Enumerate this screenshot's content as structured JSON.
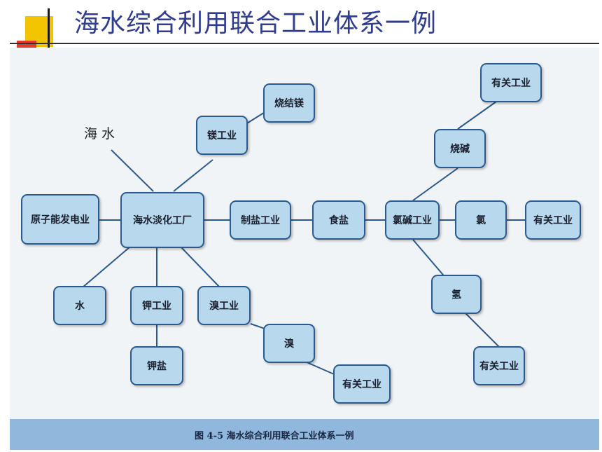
{
  "slide": {
    "title": "海水综合利用联合工业体系一例"
  },
  "figure": {
    "sea_label": "海水",
    "caption": "图 4-5   海水综合利用联合工业体系一例",
    "nodes": {
      "desal": "海水淡化工厂",
      "nuclear": "原子能发电业",
      "mg": "镁工业",
      "sinter_mg": "烧结镁",
      "salt_ind": "制盐工业",
      "salt": "食盐",
      "chlor": "氯碱工业",
      "caustic": "烧碱",
      "rel_top": "有关工业",
      "cl": "氯",
      "rel_cl": "有关工业",
      "h": "氢",
      "rel_h": "有关工业",
      "water": "水",
      "k_ind": "钾工业",
      "k_salt": "钾盐",
      "br_ind": "溴工业",
      "br": "溴",
      "rel_br": "有关工业"
    }
  },
  "colors": {
    "title": "#2f3c8f",
    "node_fill": "#b8d8ee",
    "node_border": "#2a5a90",
    "connector": "#2a5a90",
    "caption_bar": "#8fb8dc",
    "deco_yellow": "#f3c500",
    "deco_red": "#e33b2a"
  }
}
